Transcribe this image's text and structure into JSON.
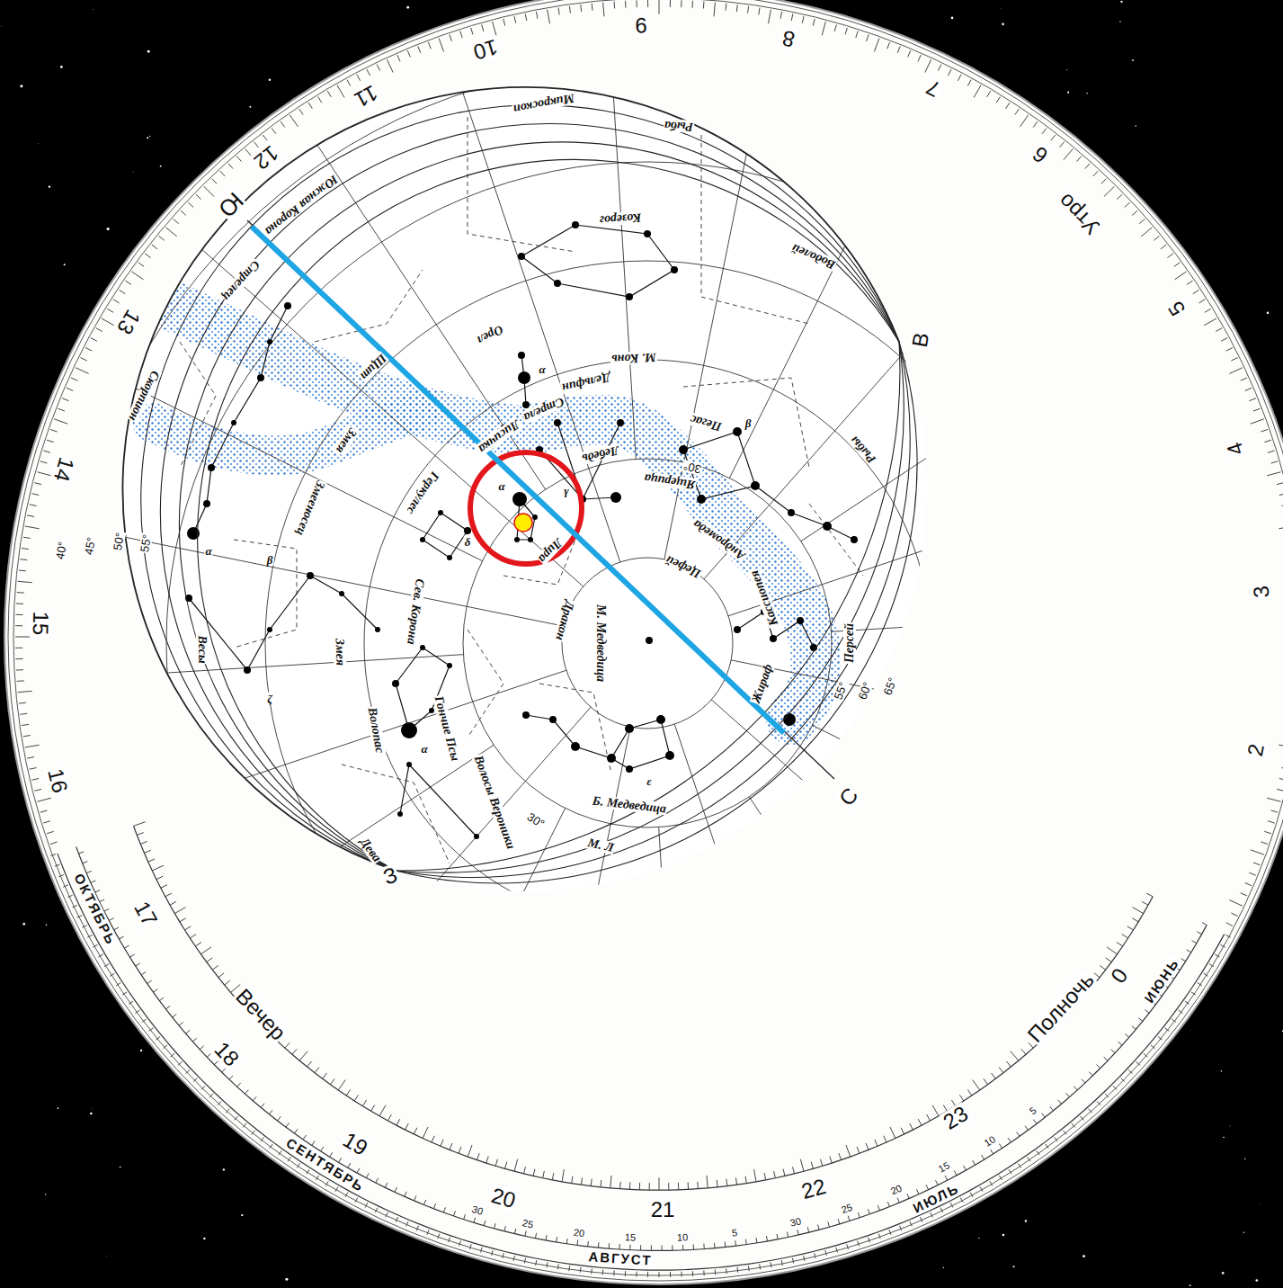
{
  "diagram": {
    "labels": [
      "10",
      "9",
      "8",
      "7",
      "6",
      "Утро",
      "5",
      "4",
      "3",
      "2",
      "Полночь",
      "0",
      "23",
      "22",
      "21",
      "20",
      "19",
      "18",
      "Вечер",
      "17",
      "16",
      "15",
      "14",
      "13",
      "12",
      "11",
      "Ю",
      "В",
      "С",
      "З",
      "ИЮНЬ",
      "ИЮЛЬ",
      "АВГУСТ",
      "СЕНТЯБРЬ",
      "ОКТЯБРЬ",
      "30",
      "25",
      "20",
      "15",
      "10",
      "5",
      "30",
      "25",
      "20",
      "15",
      "10",
      "5",
      "40°",
      "45°",
      "50°",
      "55°",
      "55°",
      "60°",
      "65°",
      "30°",
      "30°",
      "Микроскоп",
      "Рыба",
      "Козерог",
      "Водолей",
      "Южная Корона",
      "Стрелец",
      "Скорпион",
      "Щит",
      "Змея",
      "Змееносец",
      "Орел",
      "М. Конь",
      "Дельфин",
      "Стрела",
      "Лисичка",
      "Пегас",
      "Рыбы",
      "Андромеда",
      "Ящерица",
      "Лебедь",
      "Лира",
      "Геркулес",
      "Кассиопея",
      "Цефей",
      "Дракон",
      "М. Медведица",
      "Жираф",
      "Персей",
      "Сев. Корона",
      "Змея",
      "Весы",
      "Волопас",
      "Гончие Псы",
      "Волосы Вероники",
      "Б. Медведица",
      "М. Л",
      "Дева",
      "α",
      "α",
      "α",
      "α",
      "β",
      "β",
      "γ",
      "δ",
      "ε",
      "ζ"
    ]
  }
}
